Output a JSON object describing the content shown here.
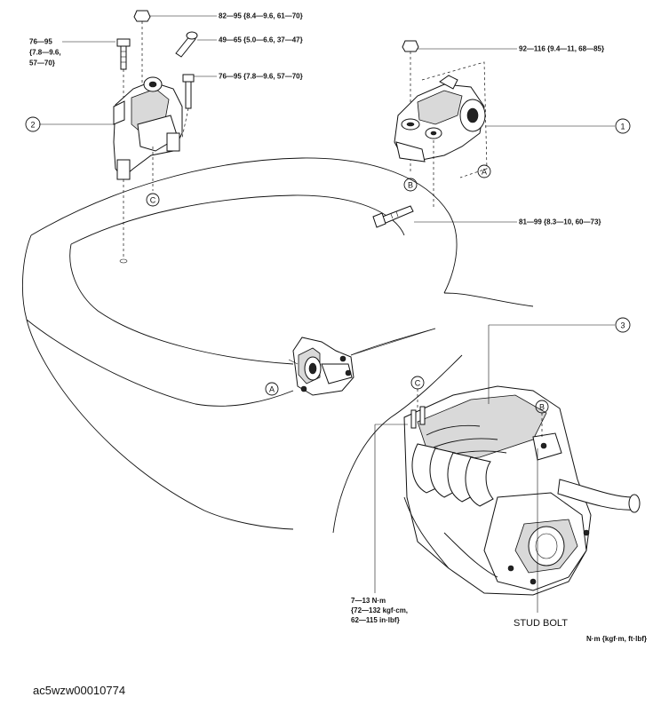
{
  "torque_labels": {
    "bolt_top_center": "82—95 {8.4—9.6, 61—70}",
    "bolt_left": [
      "76—95",
      "{7.8—9.6,",
      "57—70}"
    ],
    "bolt_angled": "49—65 {5.0—6.6, 37—47}",
    "bolt_right_small": "76—95 {7.8—9.6, 57—70}",
    "bolt_mount1_top": "92—116 {9.4—11, 68—85}",
    "bolt_mount1_long": "81—99 {8.3—10, 60—73}",
    "stud_bolt_torque": [
      "7—13 N·m",
      "{72—132 kgf·cm,",
      "62—115 in·lbf}"
    ]
  },
  "callouts": {
    "one": "1",
    "two": "2",
    "three": "3",
    "a": "A",
    "b": "B",
    "c": "C"
  },
  "stud_bolt_label": "STUD BOLT",
  "units_note": "N·m {kgf·m, ft·lbf}",
  "figure_code": "ac5wzw00010774"
}
